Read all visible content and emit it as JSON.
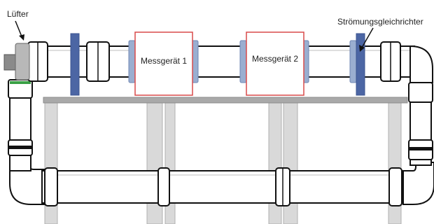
{
  "labels": {
    "fan": "Lüfter",
    "meter1": "Messgerät 1",
    "meter2": "Messgerät 2",
    "straightener": "Strömungsgleichrichter"
  },
  "colors": {
    "meter_border": "#d84a4a",
    "flange": "#9aaed0",
    "straightener_plate": "#4c66a4",
    "table_top": "#a9a9a9",
    "table_leg": "#d9d9d9",
    "fan_seal": "#3aa045"
  },
  "icons": {
    "fan": "fan-icon",
    "arrow": "arrow-icon"
  }
}
